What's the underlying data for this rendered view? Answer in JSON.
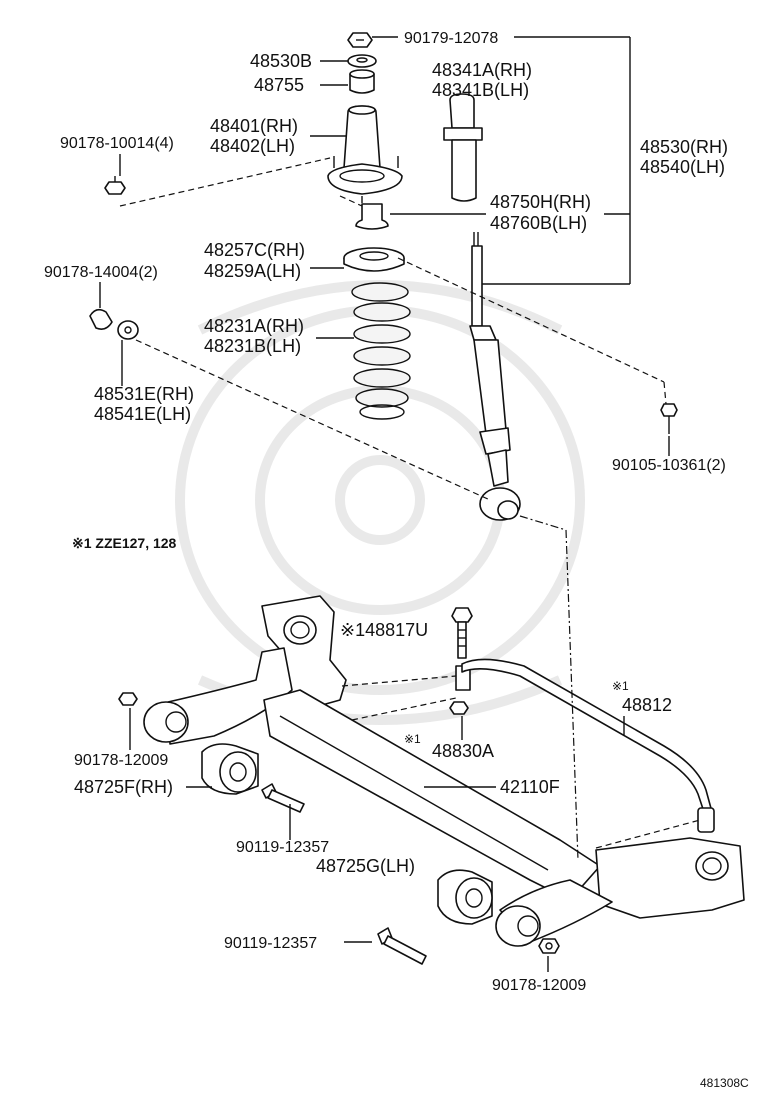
{
  "labels": {
    "p90179_12078": "90179-12078",
    "p48530B": "48530B",
    "p48755": "48755",
    "p48341A": "48341A(RH)",
    "p48341B": "48341B(LH)",
    "p48401": "48401(RH)",
    "p48402": "48402(LH)",
    "p90178_10014": "90178-10014(4)",
    "p48530RH": "48530(RH)",
    "p48540LH": "48540(LH)",
    "p48750H": "48750H(RH)",
    "p48760B": "48760B(LH)",
    "p48257C": "48257C(RH)",
    "p48259A": "48259A(LH)",
    "p90178_14004": "90178-14004(2)",
    "p48231A": "48231A(RH)",
    "p48231B": "48231B(LH)",
    "p48531E": "48531E(RH)",
    "p48541E": "48541E(LH)",
    "p90105_10361": "90105-10361(2)",
    "note_zze": "※1 ZZE127, 128",
    "p48817U": "※148817U",
    "note1_a": "※1",
    "p48812": "48812",
    "p90178_12009_a": "90178-12009",
    "note1_b": "※1",
    "p48830A": "48830A",
    "p48725F": "48725F(RH)",
    "p42110F": "42110F",
    "p90119_12357_a": "90119-12357",
    "p48725G": "48725G(LH)",
    "p90119_12357_b": "90119-12357",
    "p90178_12009_b": "90178-12009",
    "figure_code": "481308C"
  }
}
